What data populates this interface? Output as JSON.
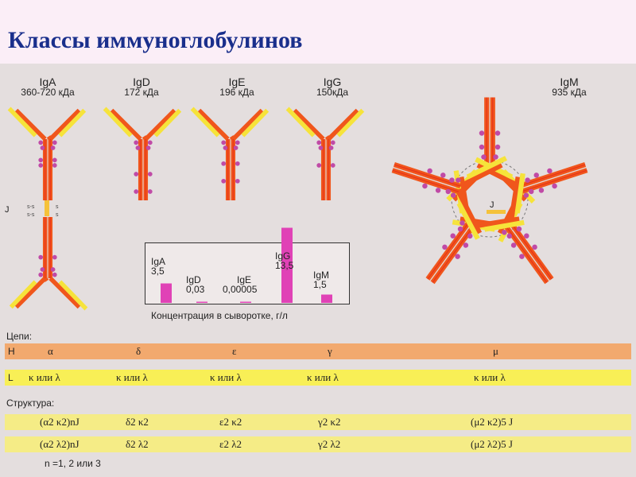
{
  "title": "Классы иммуноглобулинов",
  "classes": [
    {
      "name": "IgA",
      "mass": "360-720 кДа"
    },
    {
      "name": "IgD",
      "mass": "172 кДа"
    },
    {
      "name": "IgE",
      "mass": "196 кДа"
    },
    {
      "name": "IgG",
      "mass": "150кДа"
    },
    {
      "name": "IgM",
      "mass": "935 кДа"
    }
  ],
  "j_chain_label": "J",
  "bond_labels": {
    "s1": "s-s",
    "s2": "s-s",
    "s3": "s",
    "s4": "s"
  },
  "chart_data": {
    "type": "bar",
    "title": "Концентрация в сыворотке, г/л",
    "categories": [
      "IgA",
      "IgD",
      "IgE",
      "IgG",
      "IgM"
    ],
    "value_labels": [
      "3,5",
      "0,03",
      "0,00005",
      "13,5",
      "1,5"
    ],
    "values": [
      3.5,
      0.03,
      5e-05,
      13.5,
      1.5
    ],
    "ylim": [
      0,
      14
    ]
  },
  "chains": {
    "label": "Цепи:",
    "heavy": {
      "key": "H",
      "values": [
        "α",
        "δ",
        "ε",
        "γ",
        "μ"
      ]
    },
    "light": {
      "key": "L",
      "values": [
        "κ или λ",
        "κ или λ",
        "κ или λ",
        "κ или λ",
        "κ или λ"
      ]
    }
  },
  "structure": {
    "label": "Структура:",
    "kappa": [
      "(α2 κ2)nJ",
      "δ2 κ2",
      "ε2 κ2",
      "γ2 κ2",
      "(μ2 κ2)5 J"
    ],
    "lambda": [
      "(α2 λ2)nJ",
      "δ2 λ2",
      "ε2 λ2",
      "γ2 λ2",
      "(μ2 λ2)5 J"
    ],
    "note": "n =1, 2 или 3"
  },
  "colors": {
    "heavy": "#f0561c",
    "heavy_edge": "#e8341a",
    "light": "#f6e33a",
    "carb": "#c04aa6",
    "bar": "#e042b6",
    "title": "#1a2f8c"
  }
}
